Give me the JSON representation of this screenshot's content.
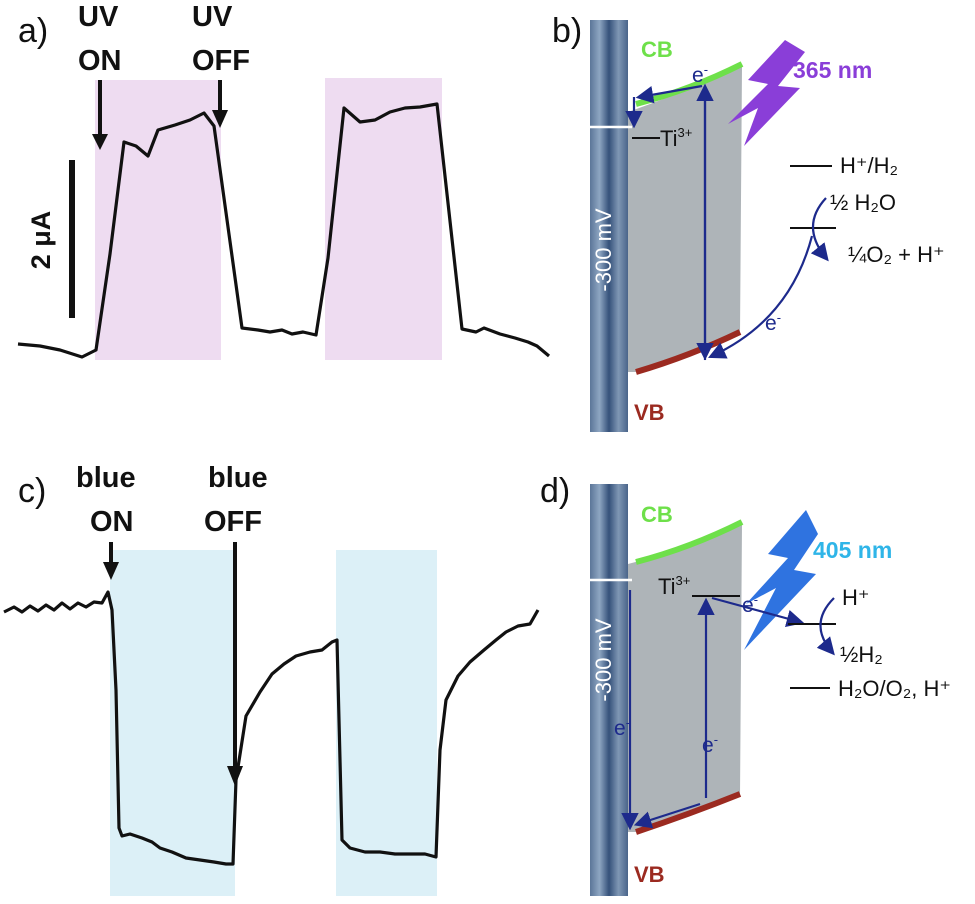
{
  "panels": {
    "a": {
      "letter": "a)",
      "on_label": [
        "UV",
        "ON"
      ],
      "off_label": [
        "UV",
        "OFF"
      ],
      "scale_bar": "2 μA",
      "shade_color": "#eedcf1"
    },
    "b": {
      "letter": "b)",
      "cb": "CB",
      "vb": "VB",
      "potential": "-300 mV",
      "ti": "Ti",
      "ti_sup": "3+",
      "electron": "e",
      "electron_sup": "-",
      "wavelength": "365 nm",
      "wavelength_color": "#8a3ed8",
      "h_couple": "H⁺/H₂",
      "half_water": "½ H₂O",
      "quarter_o2": "¼O₂ + H⁺"
    },
    "c": {
      "letter": "c)",
      "on_label": [
        "blue",
        "ON"
      ],
      "off_label": [
        "blue",
        "OFF"
      ],
      "shade_color": "#dcf0f7"
    },
    "d": {
      "letter": "d)",
      "cb": "CB",
      "vb": "VB",
      "potential": "-300 mV",
      "ti": "Ti",
      "ti_sup": "3+",
      "electron": "e",
      "electron_sup": "-",
      "wavelength": "405 nm",
      "wavelength_color": "#2fb5e8",
      "h_plus": "H⁺",
      "half_h2": "½H₂",
      "water_couple": "H₂O/O₂, H⁺"
    }
  },
  "colors": {
    "cb_green": "#6ee04a",
    "vb_red": "#9b2a20",
    "gap_gray": "#aeb4b8",
    "arrow_navy": "#1d2a8c"
  }
}
